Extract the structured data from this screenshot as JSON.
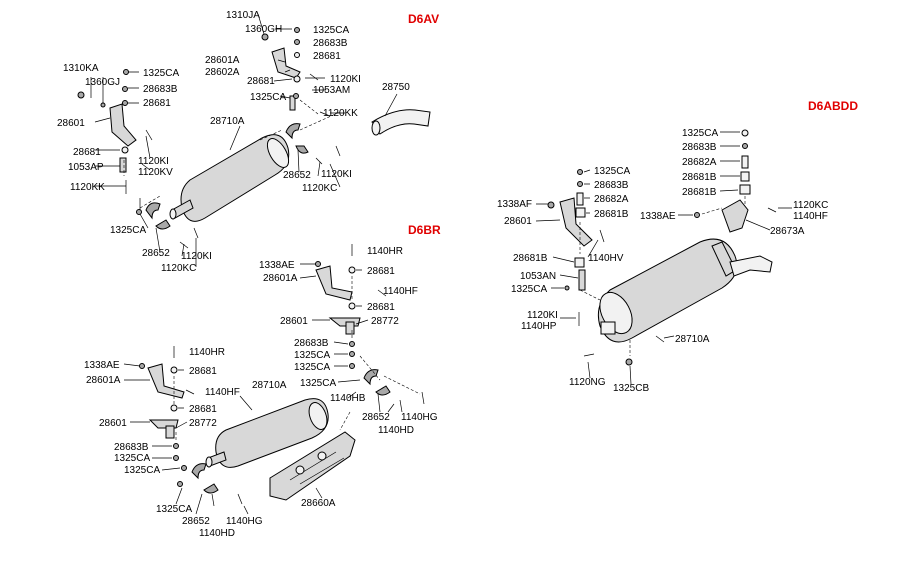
{
  "sections": {
    "d6av": {
      "title": "D6AV",
      "color": "#e00000"
    },
    "d6br": {
      "title": "D6BR",
      "color": "#e00000"
    },
    "d6abdd": {
      "title": "D6ABDD",
      "color": "#e00000"
    }
  },
  "labels": {
    "a_1310ja": "1310JA",
    "a_1360gh": "1360GH",
    "a_1325ca_t": "1325CA",
    "a_28683b_t": "28683B",
    "a_28681_t": "28681",
    "a_28601a": "28601A",
    "a_28602a": "28602A",
    "a_28681_m": "28681",
    "a_1120ki_t": "1120KI",
    "a_1053am": "1053AM",
    "a_1325ca_m": "1325CA",
    "a_1120kk_t": "1120KK",
    "a_28750": "28750",
    "a_1310ka": "1310KA",
    "a_1360gj": "1360GJ",
    "a_1325ca_l": "1325CA",
    "a_28683b_l": "28683B",
    "a_28681_l": "28681",
    "a_28601": "28601",
    "a_28710a": "28710A",
    "a_28681_l2": "28681",
    "a_1053ap": "1053AP",
    "a_1120ki_l": "1120KI",
    "a_1120kv": "1120KV",
    "a_1120kk_l": "1120KK",
    "a_28652_r": "28652",
    "a_1120ki_r": "1120KI",
    "a_1120kc_r": "1120KC",
    "a_1325ca_b": "1325CA",
    "a_28652_b": "28652",
    "a_1120ki_b": "1120KI",
    "a_1120kc_b": "1120KC",
    "b_1140hr_t": "1140HR",
    "b_1338ae_t": "1338AE",
    "b_28681_t": "28681",
    "b_28601a_t": "28601A",
    "b_1140hf_t": "1140HF",
    "b_28681_t2": "28681",
    "b_28601_t": "28601",
    "b_28772_t": "28772",
    "b_28683b": "28683B",
    "b_1325ca_1": "1325CA",
    "b_1325ca_2": "1325CA",
    "b_1325ca_3": "1325CA",
    "b_1140hr_l": "1140HR",
    "b_1338ae_l": "1338AE",
    "b_28681_l": "28681",
    "b_28601a_l": "28601A",
    "b_1140hf_l": "1140HF",
    "b_28710a": "28710A",
    "b_1140hb": "1140HB",
    "b_28681_l2": "28681",
    "b_28652_r": "28652",
    "b_1140hd_r": "1140HD",
    "b_1140hg_r": "1140HG",
    "b_28601_l": "28601",
    "b_28772_l": "28772",
    "b_28683b_l": "28683B",
    "b_1325ca_l1": "1325CA",
    "b_1325ca_l2": "1325CA",
    "b_1325ca_l3": "1325CA",
    "b_28652_l": "28652",
    "b_1140hg_l": "1140HG",
    "b_1140hd_l": "1140HD",
    "b_28660a": "28660A",
    "c_1325ca_r": "1325CA",
    "c_28683b_r": "28683B",
    "c_28682a_r": "28682A",
    "c_28681b_r": "28681B",
    "c_1338ae_r": "1338AE",
    "c_1120kc": "1120KC",
    "c_1140hf": "1140HF",
    "c_28673a": "28673A",
    "c_1325ca_m": "1325CA",
    "c_28683b_m": "28683B",
    "c_28682a_m": "28682A",
    "c_28681b_m": "28681B",
    "c_1338af": "1338AF",
    "c_28601": "28601",
    "c_1140hv": "1140HV",
    "c_28681b_l": "28681B",
    "c_1053an": "1053AN",
    "c_1325ca_l": "1325CA",
    "c_1120ki": "1120KI",
    "c_1140hp": "1140HP",
    "c_28710a": "28710A",
    "c_1120ng": "1120NG",
    "c_1325cb": "1325CB"
  }
}
